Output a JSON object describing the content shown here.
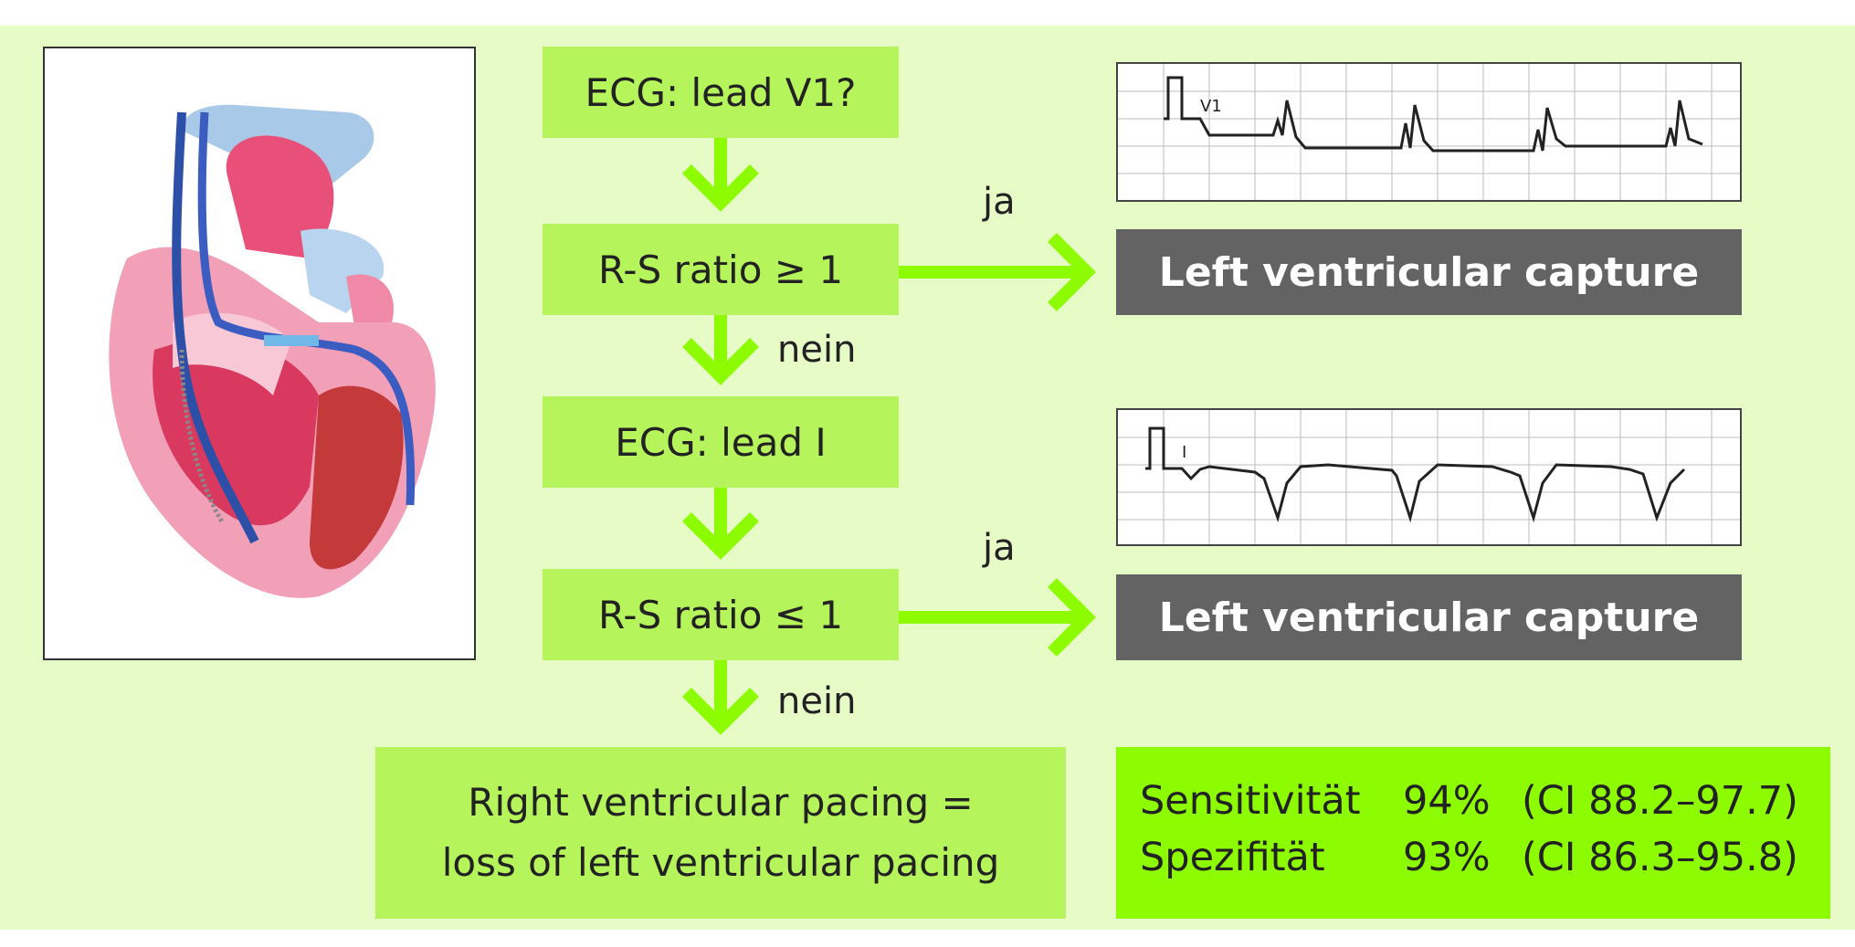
{
  "flow": {
    "step1": "ECG: lead V1?",
    "step2": "R-S ratio ≥ 1",
    "step3": "ECG: lead I",
    "step4": "R-S ratio ≤ 1",
    "yes1": "ja",
    "yes2": "ja",
    "no1": "nein",
    "no2": "nein",
    "capture1": "Left ventricular capture",
    "capture2": "Left ventricular capture",
    "result_line1": "Right ventricular pacing =",
    "result_line2": "loss of left ventricular pacing"
  },
  "ecg": {
    "lead_v1_label": "V1",
    "lead_i_label": "I"
  },
  "stats": {
    "sensitivity_label": "Sensitivität",
    "sensitivity_value": "94%",
    "sensitivity_ci": "(CI 88.2–97.7)",
    "specificity_label": "Spezifität",
    "specificity_value": "93%",
    "specificity_ci": "(CI 86.3–95.8)"
  },
  "colors": {
    "panel_bg": "#e6fbc6",
    "box_green": "#b6f45b",
    "arrow_green": "#8efc00",
    "capture_grey": "#636363"
  }
}
